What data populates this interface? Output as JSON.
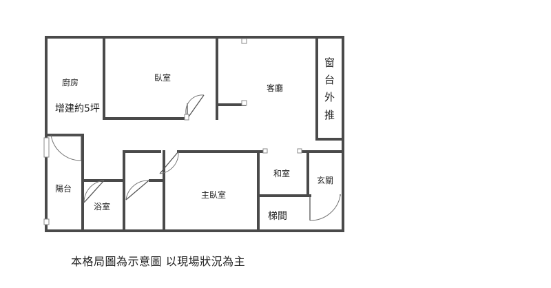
{
  "rooms": {
    "kitchen": "廚房",
    "extension": "增建約5坪",
    "bedroom": "臥室",
    "living_room": "客廳",
    "window_bay": [
      "窗",
      "台",
      "外",
      "推"
    ],
    "balcony": "陽台",
    "bathroom": "浴室",
    "master_bedroom": "主臥室",
    "japanese_room": "和室",
    "entrance": "玄關",
    "stairwell": "梯間"
  },
  "caption": "本格局圖為示意圖 以現場狀況為主"
}
